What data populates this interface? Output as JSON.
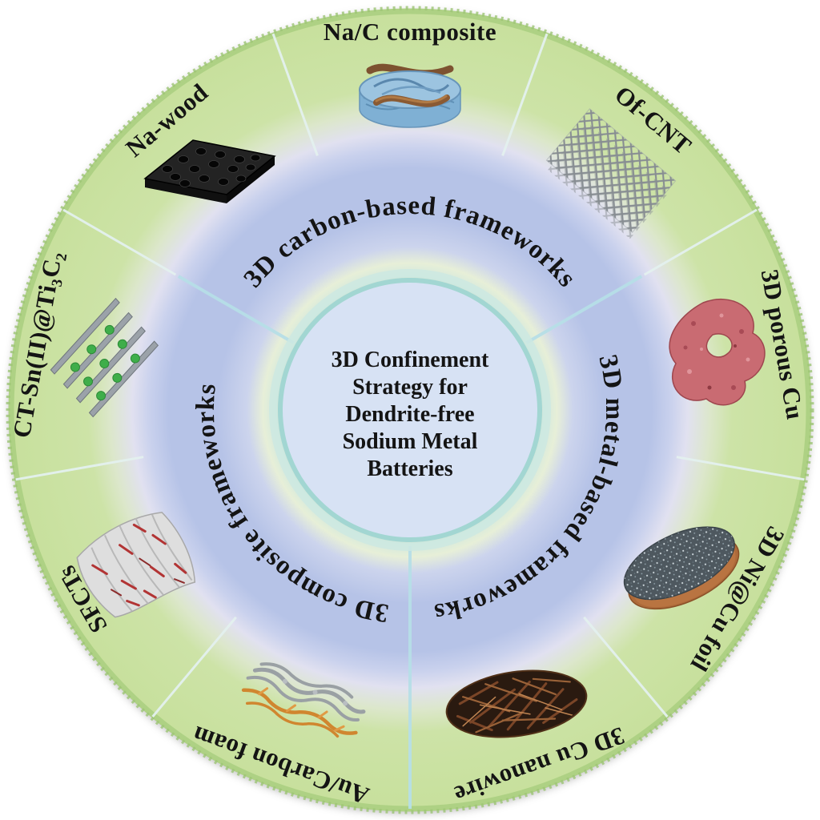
{
  "figure": {
    "center": {
      "lines": [
        "3D Confinement",
        "Strategy for",
        "Dendrite-free",
        "Sodium Metal",
        "Batteries"
      ]
    },
    "ring_labels": [
      {
        "id": "carbon",
        "label": "3D carbon-based frameworks"
      },
      {
        "id": "metal",
        "label": "3D metal-based frameworks"
      },
      {
        "id": "composite",
        "label": "3D composite frameworks"
      }
    ],
    "segments": [
      {
        "id": "na-c-composite",
        "label": "Na/C composite",
        "angle": 0
      },
      {
        "id": "of-cnt",
        "label": "Of-CNT",
        "angle": 40
      },
      {
        "id": "porous-cu",
        "label": "3D porous Cu",
        "angle": 80
      },
      {
        "id": "ni-cu-foil",
        "label": "3D Ni@Cu foil",
        "angle": 120
      },
      {
        "id": "cu-nanowire",
        "label": "3D Cu nanowire",
        "angle": 160
      },
      {
        "id": "au-carbon-foam",
        "label": "Au/Carbon foam",
        "angle": 200
      },
      {
        "id": "sfcts",
        "label": "SFCTs",
        "angle": 240
      },
      {
        "id": "ct-sn-ti3c2",
        "label": "CT-Sn(II)@Ti₃C₂",
        "angle": 280
      },
      {
        "id": "na-wood",
        "label": "Na-wood",
        "angle": 320
      }
    ],
    "colors": {
      "outer_ring_green": "#cbe1a3",
      "outer_rim_green": "#a9cf7c",
      "inner_ring_blue": "#b6c3e7",
      "center_fill": "#d7e2f4",
      "center_border_teal": "#a2d6d2",
      "divider_cyan": "#b7dfe7",
      "text": "#141414"
    }
  }
}
